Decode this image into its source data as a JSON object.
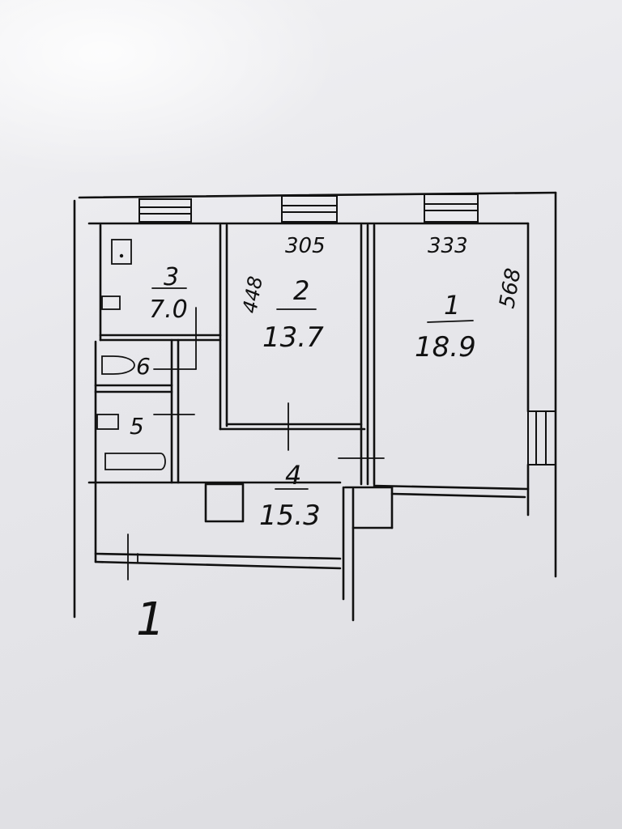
{
  "rooms": [
    {
      "number": "1",
      "area": "18.9"
    },
    {
      "number": "2",
      "area": "13.7"
    },
    {
      "number": "3",
      "area": "7.0"
    },
    {
      "number": "4",
      "area": "15.3"
    },
    {
      "number": "5"
    },
    {
      "number": "6"
    }
  ],
  "dimensions": {
    "room2_width": "305",
    "room2_depth": "448",
    "room1_width": "333",
    "room1_depth": "568"
  },
  "floor_label": "1"
}
